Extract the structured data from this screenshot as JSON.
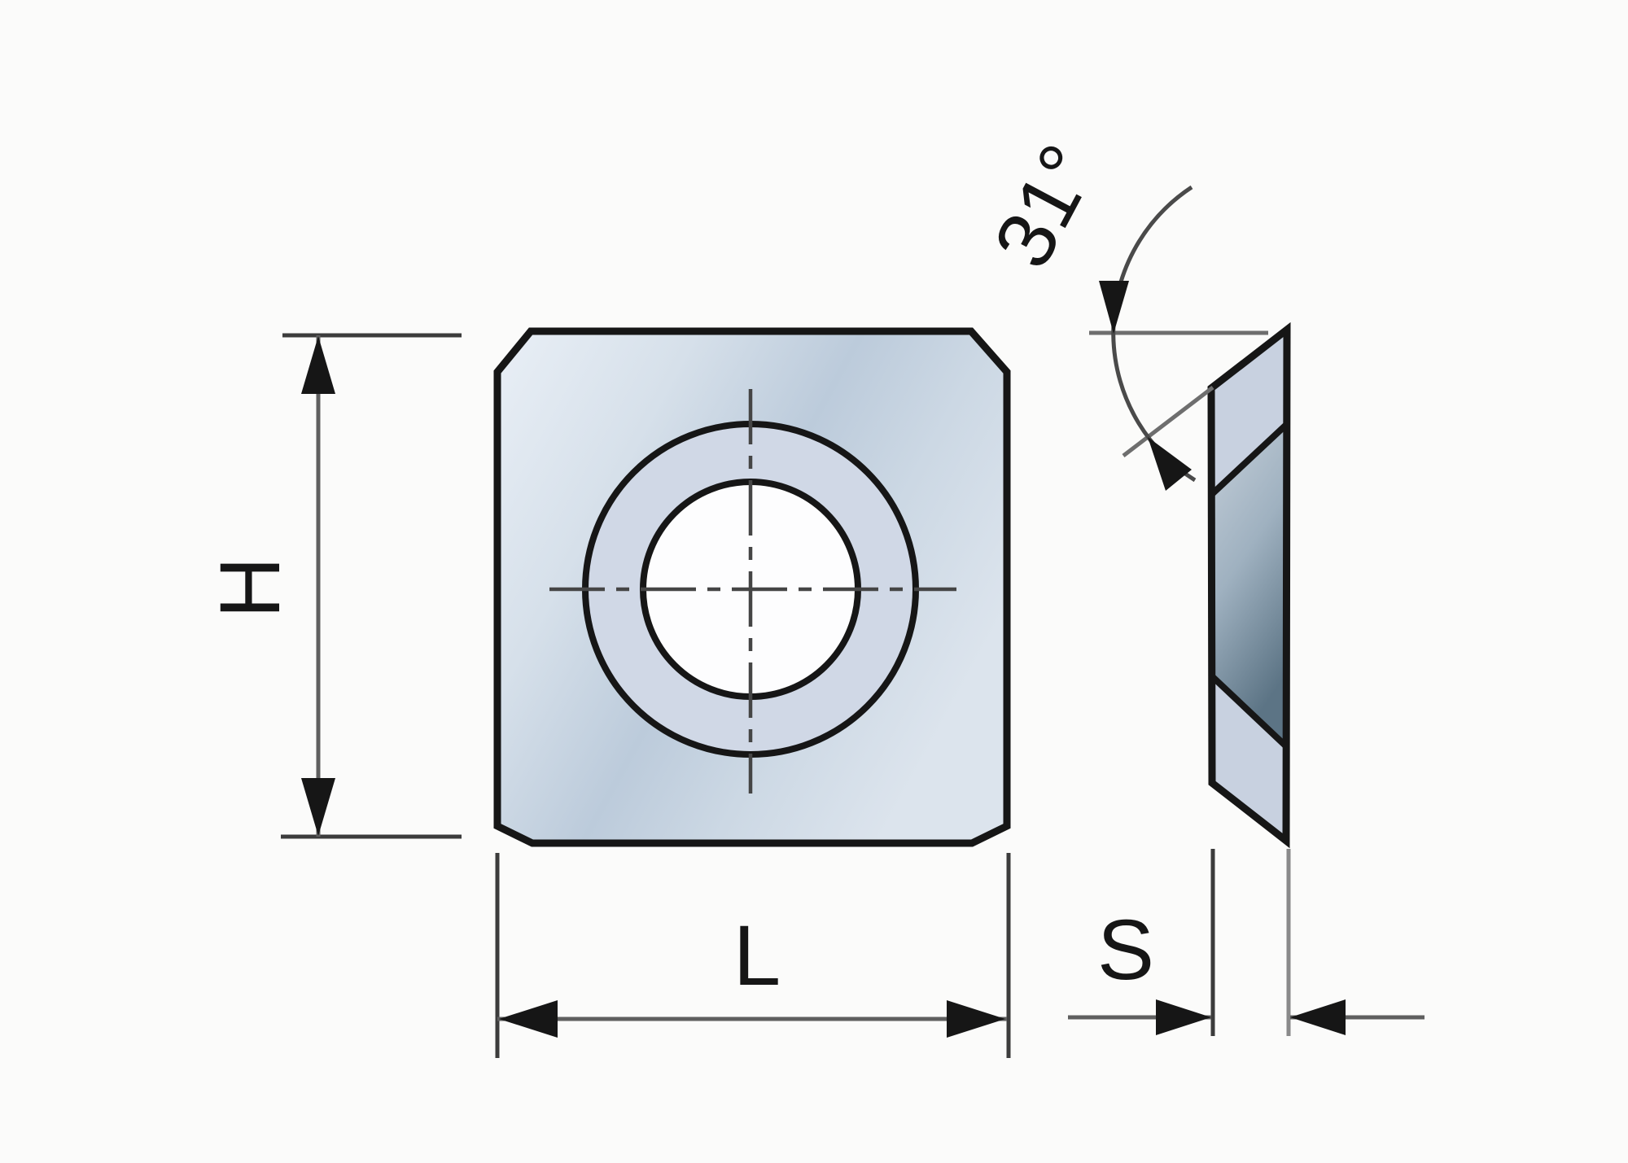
{
  "drawing": {
    "type": "technical-drawing",
    "subject": "square-insert-knife",
    "views": [
      "front",
      "side"
    ]
  },
  "labels": {
    "height": "H",
    "length": "L",
    "thickness": "S",
    "bevel_angle": "31°"
  },
  "colors": {
    "background": "#fbfbfa",
    "outline": "#161616",
    "dimension_line": "#5f5f5f",
    "extension_line": "#3c3c3c",
    "extension_line_light": "#8a8a8a",
    "angle_line": "#6e6e6e",
    "centerline": "#454545",
    "plate_ring": "#d0d8e6",
    "hole": "#fdfdfe",
    "side_facet": "#c8d1e0"
  }
}
